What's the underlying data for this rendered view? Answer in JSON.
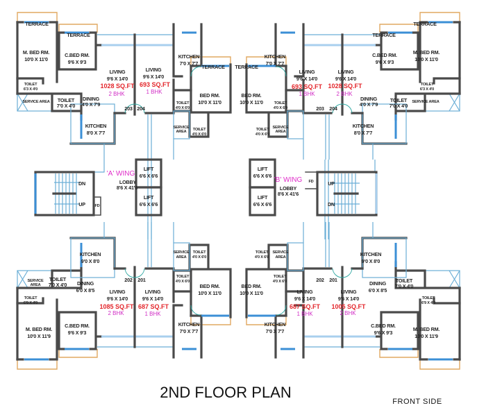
{
  "title": "2ND FLOOR PLAN",
  "orientation": "FRONT SIDE",
  "colors": {
    "walls": "#4a4a4a",
    "windows": "#3b8fd6",
    "terrace_outline": "#e0a860",
    "area_text": "#e3262b",
    "bhk_text": "#d02bc4",
    "wing_text": "#e02cc9"
  },
  "top_left_2bhk": {
    "terrace_master": "TERRACE",
    "terrace_child": "TERRACE",
    "master_bed": {
      "name": "M. BED RM.",
      "size": "10'0 X 11'0"
    },
    "child_bed": {
      "name": "C.BED RM.",
      "size": "9'6 X 9'3"
    },
    "living": {
      "name": "LIVING",
      "size": "9'6 X 14'0"
    },
    "area": "1028 SQ.FT",
    "type": "2 BHK",
    "toilet_1": {
      "name": "TOILET",
      "size": "6'3 X 4'0"
    },
    "service_area": "SERVICE AREA",
    "toilet_2": {
      "name": "TOILET",
      "size": "7'0 X 4'0"
    },
    "dining": {
      "name": "DINING",
      "size": "4'0 X 7'9"
    },
    "kitchen": {
      "name": "KITCHEN",
      "size": "8'0 X 7'7"
    },
    "flat_no": "203"
  },
  "top_left_1bhk": {
    "living": {
      "name": "LIVING",
      "size": "9'6 X 14'0"
    },
    "area": "693 SQ.FT",
    "type": "1 BHK",
    "flat_no": "204",
    "kitchen": {
      "name": "KITCHEN",
      "size": "7'0 X 7'7"
    },
    "terrace": "TERRACE",
    "bed": {
      "name": "BED RM.",
      "size": "10'0 X 11'0"
    },
    "toilet_1": {
      "name": "TOILET",
      "size": "4'0 X 6'0"
    },
    "service_area": {
      "name": "SERVICE",
      "name2": "AREA"
    },
    "toilet_2": {
      "name": "TOILET",
      "size": "4'0 X 6'0"
    }
  },
  "top_right_1bhk": {
    "living": {
      "name": "LIVING",
      "size": "9'6 X 14'0"
    },
    "area": "693 SQ.FT",
    "type": "1 BHK",
    "flat_no": "203",
    "kitchen": {
      "name": "KITCHEN",
      "size": "7'0 X 7'7"
    },
    "terrace": "TERRACE",
    "bed": {
      "name": "BED RM.",
      "size": "10'0 X 11'0"
    },
    "toilet_1": {
      "name": "TOILET",
      "size": "4'0 X 6'0"
    },
    "service_area": {
      "name": "SERVICE",
      "name2": "AREA"
    },
    "toilet_2": {
      "name": "TOILET",
      "size": "4'0 X 6'0"
    }
  },
  "top_right_2bhk": {
    "terrace_master": "TERRACE",
    "terrace_child": "TERRACE",
    "master_bed": {
      "name": "M. BED RM.",
      "size": "10'0 X 11'0"
    },
    "child_bed": {
      "name": "C.BED RM.",
      "size": "9'6 X 9'3"
    },
    "living": {
      "name": "LIVING",
      "size": "9'6 X 14'0"
    },
    "area": "1028 SQ.FT",
    "type": "2 BHK",
    "toilet_1": {
      "name": "TOILET",
      "size": "6'3 X 4'0"
    },
    "service_area": "SERVICE AREA",
    "toilet_2": {
      "name": "TOILET",
      "size": "7'0 X 4'0"
    },
    "dining": {
      "name": "DINING",
      "size": "4'0 X 7'9"
    },
    "kitchen": {
      "name": "KITCHEN",
      "size": "8'0 X 7'7"
    },
    "flat_no": "204"
  },
  "a_wing": {
    "label": "'A' WING",
    "lobby": "LOBBY",
    "lobby_size": "8'6 X 41'6",
    "lifts": [
      {
        "name": "LIFT",
        "size": "6'6 X 6'6"
      },
      {
        "name": "LIFT",
        "size": "6'6 X 6'6"
      }
    ],
    "stair_dn": "DN",
    "stair_up": "UP",
    "fd": "FD"
  },
  "b_wing": {
    "label": "'B' WING",
    "lobby": "LOBBY",
    "lobby_size": "8'6 X 41'6",
    "lifts": [
      {
        "name": "LIFT",
        "size": "6'6 X 6'6"
      },
      {
        "name": "LIFT",
        "size": "6'6 X 6'6"
      }
    ],
    "stair_dn": "DN",
    "stair_up": "UP",
    "fd": "FD"
  },
  "bottom_left_2bhk": {
    "kitchen": {
      "name": "KITCHEN",
      "size": "9'0 X 8'0"
    },
    "service_area": {
      "name": "SERVICE",
      "name2": "AREA"
    },
    "toilet_2": {
      "name": "TOILET",
      "size": "7'0 X 4'0"
    },
    "dining": {
      "name": "DINING",
      "size": "6'0 X 8'5"
    },
    "toilet_1": {
      "name": "TOILET",
      "size": "6'9 X 4'0"
    },
    "living": {
      "name": "LIVING",
      "size": "9'6 X 14'0"
    },
    "area": "1085 SQ.FT",
    "type": "2 BHK",
    "flat_no": "202",
    "master_bed": {
      "name": "M. BED RM.",
      "size": "10'0 X 11'9"
    },
    "child_bed": {
      "name": "C.BED RM.",
      "size": "9'6 X 9'3"
    }
  },
  "bottom_left_1bhk": {
    "living": {
      "name": "LIVING",
      "size": "9'6 X 14'0"
    },
    "area": "687 SQ.FT",
    "type": "1 BHK",
    "flat_no": "201",
    "service_area": {
      "name": "SERVICE",
      "name2": "AREA"
    },
    "toilet_1": {
      "name": "TOILET",
      "size": "4'0 X 6'0"
    },
    "toilet_2": {
      "name": "TOILET",
      "size": "4'0 X 6'0"
    },
    "bed": {
      "name": "BED RM.",
      "size": "10'0 X 11'0"
    },
    "kitchen": {
      "name": "KITCHEN",
      "size": "7'0 X 7'7"
    }
  },
  "bottom_right_1bhk": {
    "living": {
      "name": "LIVING",
      "size": "9'6 X 14'0"
    },
    "area": "687 SQ.FT",
    "type": "1 BHK",
    "flat_no": "202",
    "service_area": {
      "name": "SERVICE",
      "name2": "AREA"
    },
    "toilet_1": {
      "name": "TOILET",
      "size": "4'0 X 6'0"
    },
    "toilet_2": {
      "name": "TOILET",
      "size": "4'0 X 6'0"
    },
    "bed": {
      "name": "BED RM.",
      "size": "10'0 X 11'0"
    },
    "kitchen": {
      "name": "KITCHEN",
      "size": "7'0 X 7'7"
    }
  },
  "bottom_right_2bhk": {
    "kitchen": {
      "name": "KITCHEN",
      "size": "9'0 X 8'0"
    },
    "dining": {
      "name": "DINING",
      "size": "6'0 X 8'5"
    },
    "toilet_2": {
      "name": "TOILET",
      "size": "7'0 X 4'0"
    },
    "toilet_1": {
      "name": "TOILET",
      "size": "6'9 X 4'0"
    },
    "living": {
      "name": "LIVING",
      "size": "9'6 X 14'0"
    },
    "area": "1005 SQ.FT",
    "type": "2 BHK",
    "flat_no": "201",
    "master_bed": {
      "name": "M. BED RM.",
      "size": "10'0 X 11'9"
    },
    "child_bed": {
      "name": "C.BED RM.",
      "size": "9'6 X 9'3"
    }
  }
}
